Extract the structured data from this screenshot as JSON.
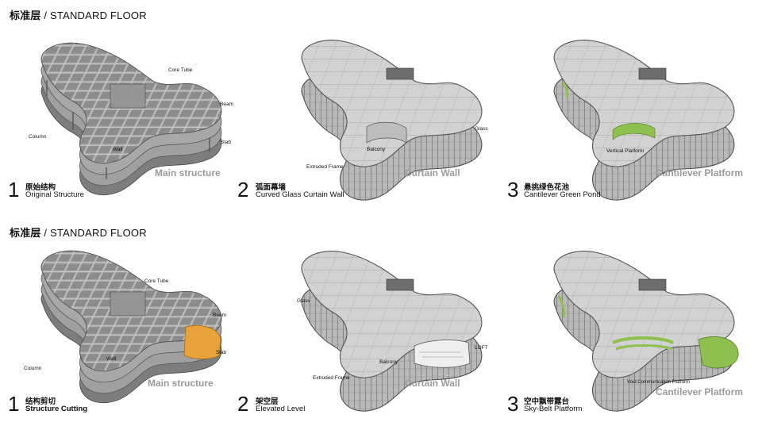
{
  "sections": [
    {
      "title_cn": "标准层",
      "title_sep": "/",
      "title_en": "STANDARD FLOOR"
    },
    {
      "title_cn": "标准层",
      "title_sep": "/",
      "title_en": "STANDARD FLOOR"
    }
  ],
  "row1": {
    "panel1": {
      "caption": "Main structure",
      "num": "1",
      "cn": "原始结构",
      "en": "Original Structure",
      "labels": {
        "core": "Core Tube",
        "beam": "Beam",
        "slab": "Slab",
        "wall": "Wall",
        "column": "Column"
      }
    },
    "panel2": {
      "caption": "Curtain Wall",
      "num": "2",
      "cn": "弧面幕墙",
      "en": "Curved Glass Curtain Wall",
      "labels": {
        "glass": "Glass",
        "balcony": "Balcony",
        "frame": "Extruded Frame"
      }
    },
    "panel3": {
      "caption": "Cantilever Platform",
      "num": "3",
      "cn": "悬挑绿色花池",
      "en": "Cantilever Green Pond",
      "labels": {
        "vertical": "Vertical Platform"
      }
    }
  },
  "row2": {
    "panel1": {
      "caption": "Main structure",
      "num": "1",
      "cn": "结构剪切",
      "en": "Structure Cutting",
      "labels": {
        "core": "Core Tube",
        "beam": "Beam",
        "slab": "Slab",
        "wall": "Wall",
        "column": "Column"
      }
    },
    "panel2": {
      "caption": "Curtain Wall",
      "num": "2",
      "cn": "架空层",
      "en": "Elevated Level",
      "labels": {
        "glass": "Glass",
        "loft": "LOFT",
        "balcony": "Balcony",
        "frame": "Extruded Frame"
      }
    },
    "panel3": {
      "caption": "Cantilever Platform",
      "num": "3",
      "cn": "空中飘带露台",
      "en": "Sky-Belt Platform",
      "labels": {
        "void": "Void Communication Platform"
      }
    }
  },
  "colors": {
    "accent_orange": "#e8a23a",
    "green": "#8fc04f",
    "roof": "#c8c8c8",
    "facade": "#9a9a9a",
    "frame": "#6e6e6e"
  }
}
